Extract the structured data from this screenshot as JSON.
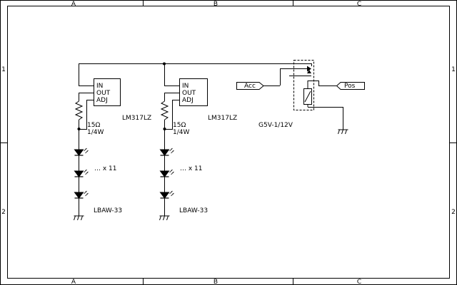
{
  "frame": {
    "zone_columns": [
      "A",
      "B",
      "C"
    ],
    "zone_rows": [
      "1",
      "2"
    ]
  },
  "regulators": [
    {
      "pins": [
        "IN",
        "OUT",
        "ADJ"
      ],
      "part": "LM317LZ",
      "resistor_value": "15Ω",
      "resistor_power": "1/4W",
      "led_repeat": "… x 11",
      "led_part": "LBAW-33"
    },
    {
      "pins": [
        "IN",
        "OUT",
        "ADJ"
      ],
      "part": "LM317LZ",
      "resistor_value": "15Ω",
      "resistor_power": "1/4W",
      "led_repeat": "… x 11",
      "led_part": "LBAW-33"
    }
  ],
  "relay": {
    "part": "G5V-1/12V",
    "input_port": "Acc",
    "supply_port": "Pos"
  }
}
